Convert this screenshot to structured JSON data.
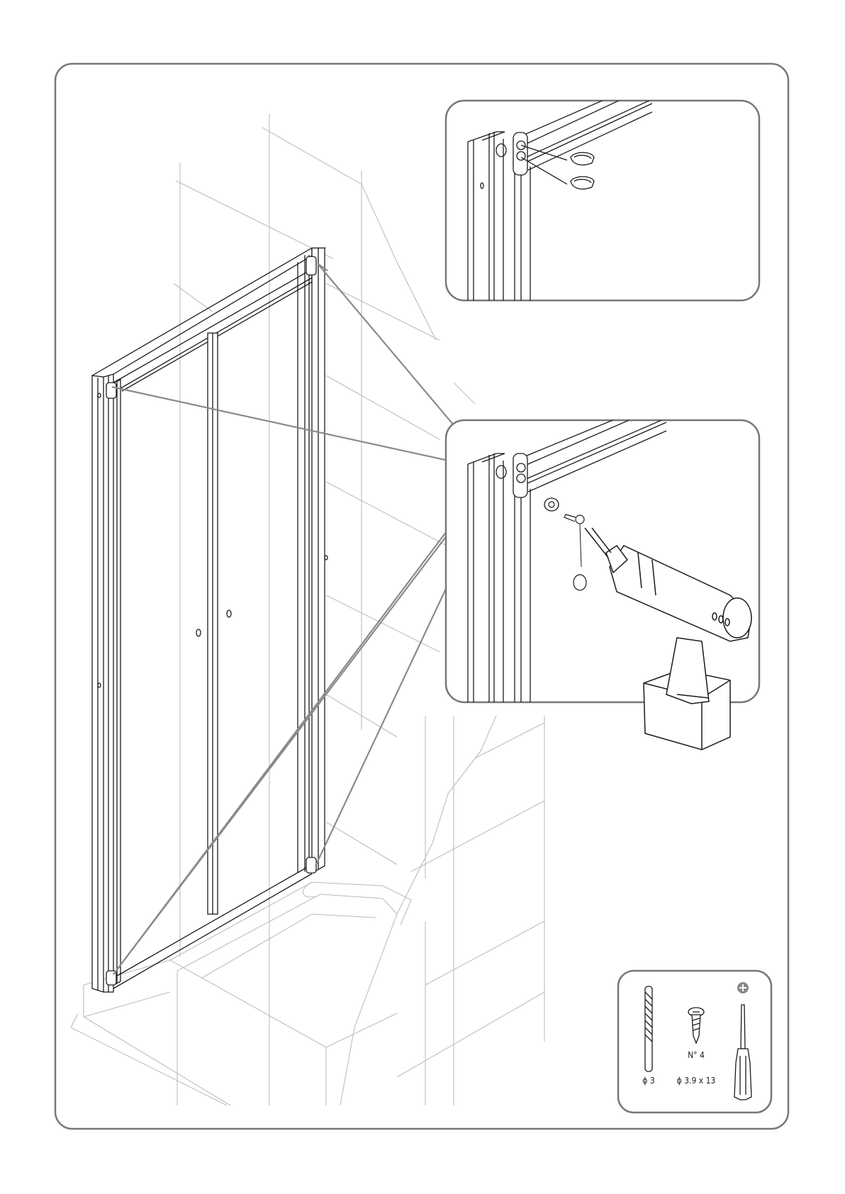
{
  "tools_panel": {
    "drill_bit": {
      "label": "ϕ 3",
      "icon": "drill-bit-icon"
    },
    "screw": {
      "count_label": "N° 4",
      "size_label": "ϕ 3.9 x 13",
      "icon": "screw-icon"
    },
    "screwdriver": {
      "type_symbol": "⊕",
      "icon": "phillips-screwdriver-icon"
    }
  },
  "colors": {
    "frame": "#777777",
    "line": "#1a1a1a",
    "wall": "#bbbbbb",
    "leader": "#8a8a8a",
    "background": "#ffffff"
  }
}
